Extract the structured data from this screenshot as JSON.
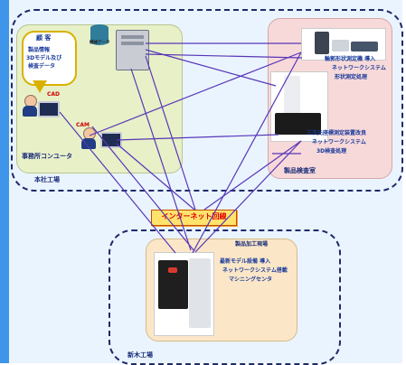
{
  "texts": {
    "customer": "顧 客",
    "customer_lines": [
      "製品情報",
      "3Dモデル及び",
      "検査データ"
    ],
    "cad": "CAD",
    "cam": "CAM",
    "office": "事務所コンユータ",
    "main_factory": "本社工場",
    "internet": "インターネット回線",
    "inspect_room": "製品検査室",
    "inspect_top": [
      "輪郭形状測定機 導入",
      "ネットワークシステム",
      "形状測定処理"
    ],
    "inspect_bottom": [
      "三次元座標測定装置改良",
      "ネットワークシステム",
      "3D検査処理"
    ],
    "plant_room": "製品加工現場",
    "plant_desc": [
      "最新モデル設備 導入",
      "ネットワークシステム搭載",
      "マシニングセンタ"
    ],
    "new_factory": "新木工場",
    "db_label": "機械データ"
  },
  "colors": {
    "line": "#5737b7",
    "zone_border": "#1e2a68",
    "office_panel": "#e8f0c8",
    "inspect_panel": "#f8d9d9",
    "plant_panel": "#fbe7c7",
    "internet_box": "#ffe36d",
    "internet_text": "#e10000",
    "label_blue": "#183a9b",
    "left_strip": "#3f95e9"
  }
}
